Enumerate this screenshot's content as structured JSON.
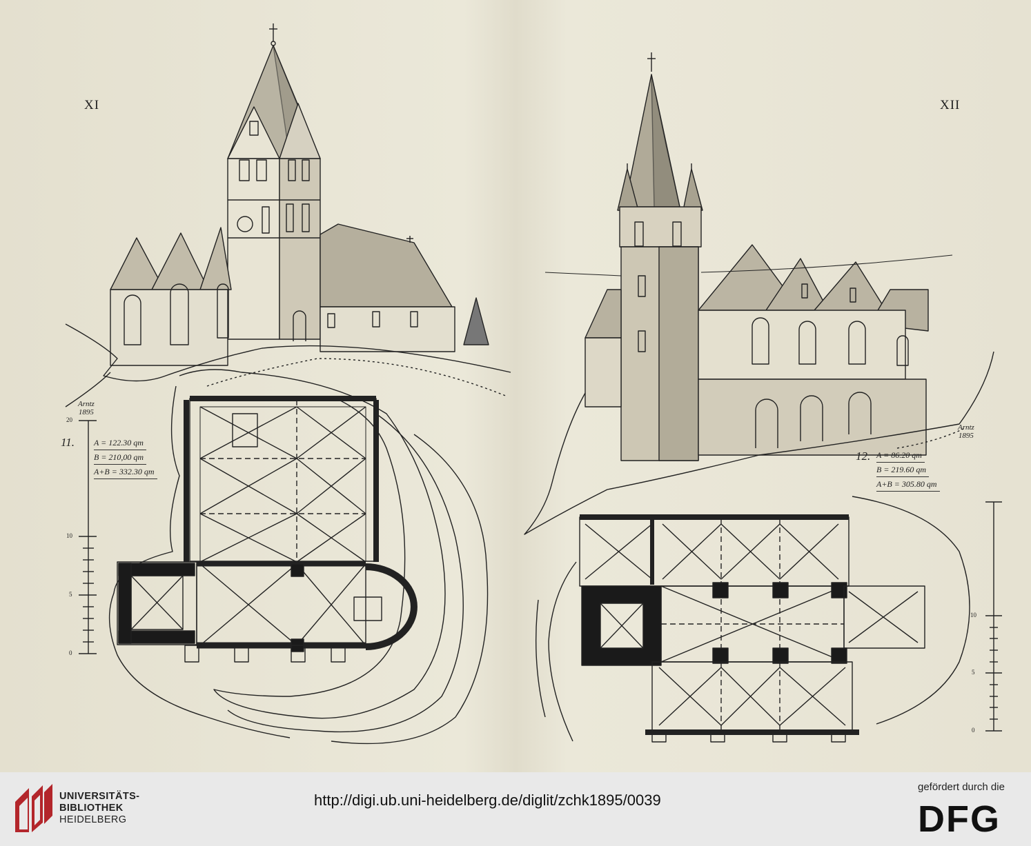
{
  "plates": {
    "left": {
      "number": "XI",
      "signature": "Arntz",
      "year": "1895",
      "figure": "11.",
      "areas": [
        "A = 122.30 qm",
        "B = 210,00 qm",
        "A+B = 332.30 qm"
      ],
      "scale_labels": [
        "20",
        "10",
        "5",
        "0"
      ]
    },
    "right": {
      "number": "XII",
      "signature": "Arntz",
      "year": "1895",
      "figure": "12.",
      "areas": [
        "A = 86.20 qm",
        "B = 219.60 qm",
        "A+B = 305.80 qm"
      ],
      "scale_labels": [
        "0",
        "5",
        "10"
      ]
    }
  },
  "footer": {
    "library_line1": "UNIVERSITÄTS-",
    "library_line2": "BIBLIOTHEK",
    "library_line3": "HEIDELBERG",
    "url": "http://digi.ub.uni-heidelberg.de/diglit/zchk1895/0039",
    "funding_caption": "gefördert durch die",
    "funding_logo": "DFG"
  },
  "colors": {
    "paper": "#ebe8d9",
    "ink": "#222222",
    "footer_bg": "#e9e9e9",
    "logo_red": "#b3262b"
  }
}
